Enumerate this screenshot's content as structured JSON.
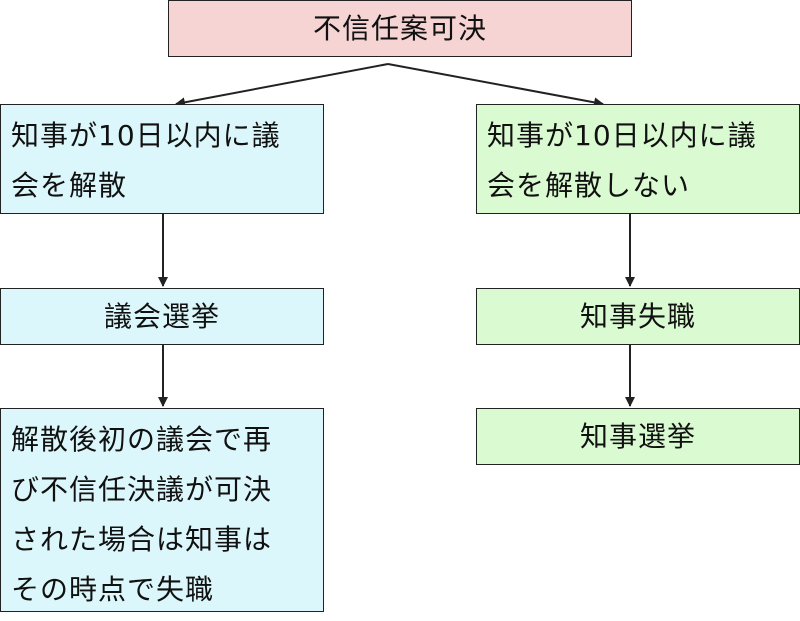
{
  "diagram": {
    "top": {
      "label": "不信任案可決"
    },
    "left": {
      "step1": "知事が10日以内に議\n会を解散",
      "step2": "議会選挙",
      "step3": "解散後初の議会で再\nび不信任決議が可決\nされた場合は知事は\nその時点で失職"
    },
    "right": {
      "step1": "知事が10日以内に議\n会を解散しない",
      "step2": "知事失職",
      "step3": "知事選挙"
    },
    "colors": {
      "top_fill": "#f6d4d4",
      "left_fill": "#dcf7fb",
      "right_fill": "#dafad2",
      "line": "#222222"
    }
  }
}
